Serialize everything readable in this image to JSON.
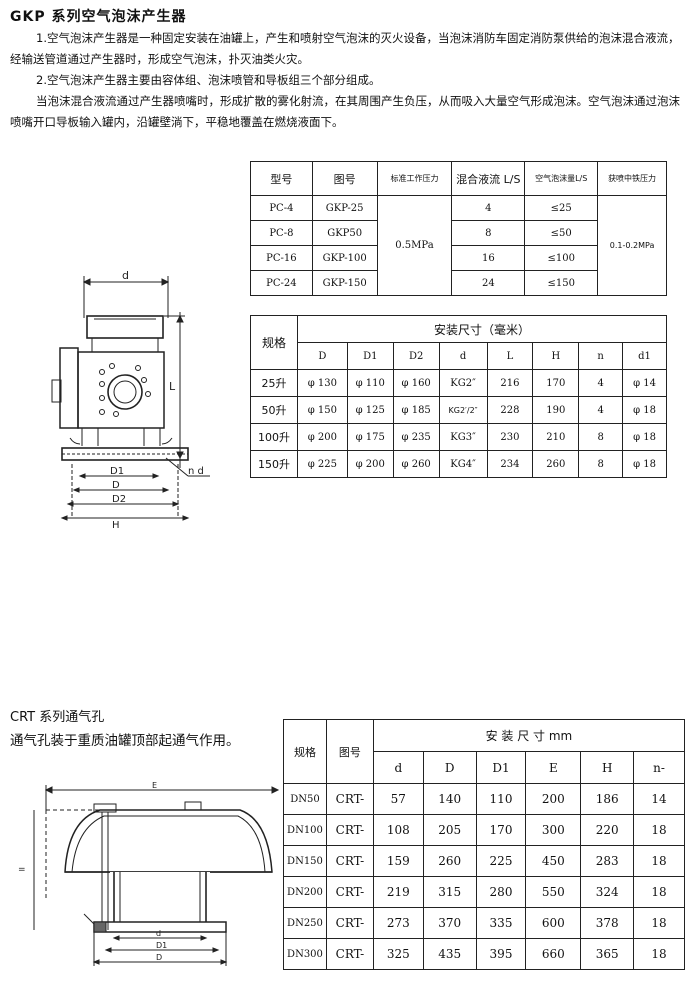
{
  "gkp": {
    "title": "GKP 系列空气泡沫产生器",
    "p1": "1.空气泡沫产生器是一种固定安装在油罐上，产生和喷射空气泡沫的灭火设备，当泡沫消防车固定消防泵供给的泡沫混合液流，经输送管道通过产生器时，形成空气泡沫，扑灭油类火灾。",
    "p2": "2.空气泡沫产生器主要由容体组、泡沫喷管和导板组三个部分组成。",
    "p3": "当泡沫混合液流通过产生器喷嘴时，形成扩散的雾化射流，在其周围产生负压，从而吸入大量空气形成泡沫。空气泡沫通过泡沫喷嘴开口导板输入罐内，沿罐壁淌下，平稳地覆盖在燃烧液面下。",
    "spec_table": {
      "headers": [
        "型号",
        "图号",
        "标准工作压力",
        "混合液流 L/S",
        "空气泡沫量L/S",
        "获喷中铁压力"
      ],
      "pressure": "0.5MPa",
      "inlet_pressure": "0.1-0.2MPa",
      "rows": [
        {
          "model": "PC-4",
          "drawing": "GKP-25",
          "flow": "4",
          "foam": "≤25"
        },
        {
          "model": "PC-8",
          "drawing": "GKP50",
          "flow": "8",
          "foam": "≤50"
        },
        {
          "model": "PC-16",
          "drawing": "GKP-100",
          "flow": "16",
          "foam": "≤100"
        },
        {
          "model": "PC-24",
          "drawing": "GKP-150",
          "flow": "24",
          "foam": "≤150"
        }
      ]
    },
    "install_table": {
      "spec_header": "规格",
      "group_header": "安装尺寸（毫米）",
      "columns": [
        "D",
        "D1",
        "D2",
        "d",
        "L",
        "H",
        "n",
        "d1"
      ],
      "rows": [
        {
          "spec": "25升",
          "D": "φ 130",
          "D1": "φ 110",
          "D2": "φ 160",
          "d": "KG2″",
          "L": "216",
          "H": "170",
          "n": "4",
          "d1": "φ 14"
        },
        {
          "spec": "50升",
          "D": "φ 150",
          "D1": "φ 125",
          "D2": "φ 185",
          "d": "KG2′/2″",
          "L": "228",
          "H": "190",
          "n": "4",
          "d1": "φ 18"
        },
        {
          "spec": "100升",
          "D": "φ 200",
          "D1": "φ 175",
          "D2": "φ 235",
          "d": "KG3″",
          "L": "230",
          "H": "210",
          "n": "8",
          "d1": "φ 18"
        },
        {
          "spec": "150升",
          "D": "φ 225",
          "D1": "φ 200",
          "D2": "φ 260",
          "d": "KG4″",
          "L": "234",
          "H": "260",
          "n": "8",
          "d1": "φ 18"
        }
      ]
    },
    "drawing_labels": {
      "d": "d",
      "L": "L",
      "D1": "D1",
      "D": "D",
      "D2": "D2",
      "H": "H",
      "nd": "n d"
    }
  },
  "crt": {
    "title": "CRT 系列通气孔",
    "desc": "通气孔装于重质油罐顶部起通气作用。",
    "table": {
      "spec_header": "规格",
      "drawing_header": "图号",
      "group_header": "安 装 尺 寸 mm",
      "columns": [
        "d",
        "D",
        "D1",
        "E",
        "H",
        "n-"
      ],
      "rows": [
        {
          "spec": "DN50",
          "drawing": "CRT-",
          "d": "57",
          "D": "140",
          "D1": "110",
          "E": "200",
          "H": "186",
          "n": "14"
        },
        {
          "spec": "DN100",
          "drawing": "CRT-",
          "d": "108",
          "D": "205",
          "D1": "170",
          "E": "300",
          "H": "220",
          "n": "18"
        },
        {
          "spec": "DN150",
          "drawing": "CRT-",
          "d": "159",
          "D": "260",
          "D1": "225",
          "E": "450",
          "H": "283",
          "n": "18"
        },
        {
          "spec": "DN200",
          "drawing": "CRT-",
          "d": "219",
          "D": "315",
          "D1": "280",
          "E": "550",
          "H": "324",
          "n": "18"
        },
        {
          "spec": "DN250",
          "drawing": "CRT-",
          "d": "273",
          "D": "370",
          "D1": "335",
          "E": "600",
          "H": "378",
          "n": "18"
        },
        {
          "spec": "DN300",
          "drawing": "CRT-",
          "d": "325",
          "D": "435",
          "D1": "395",
          "E": "660",
          "H": "365",
          "n": "18"
        }
      ]
    },
    "drawing_labels": {
      "E": "E",
      "H": "=",
      "d": "d",
      "D1": "D1",
      "D": "D"
    }
  }
}
